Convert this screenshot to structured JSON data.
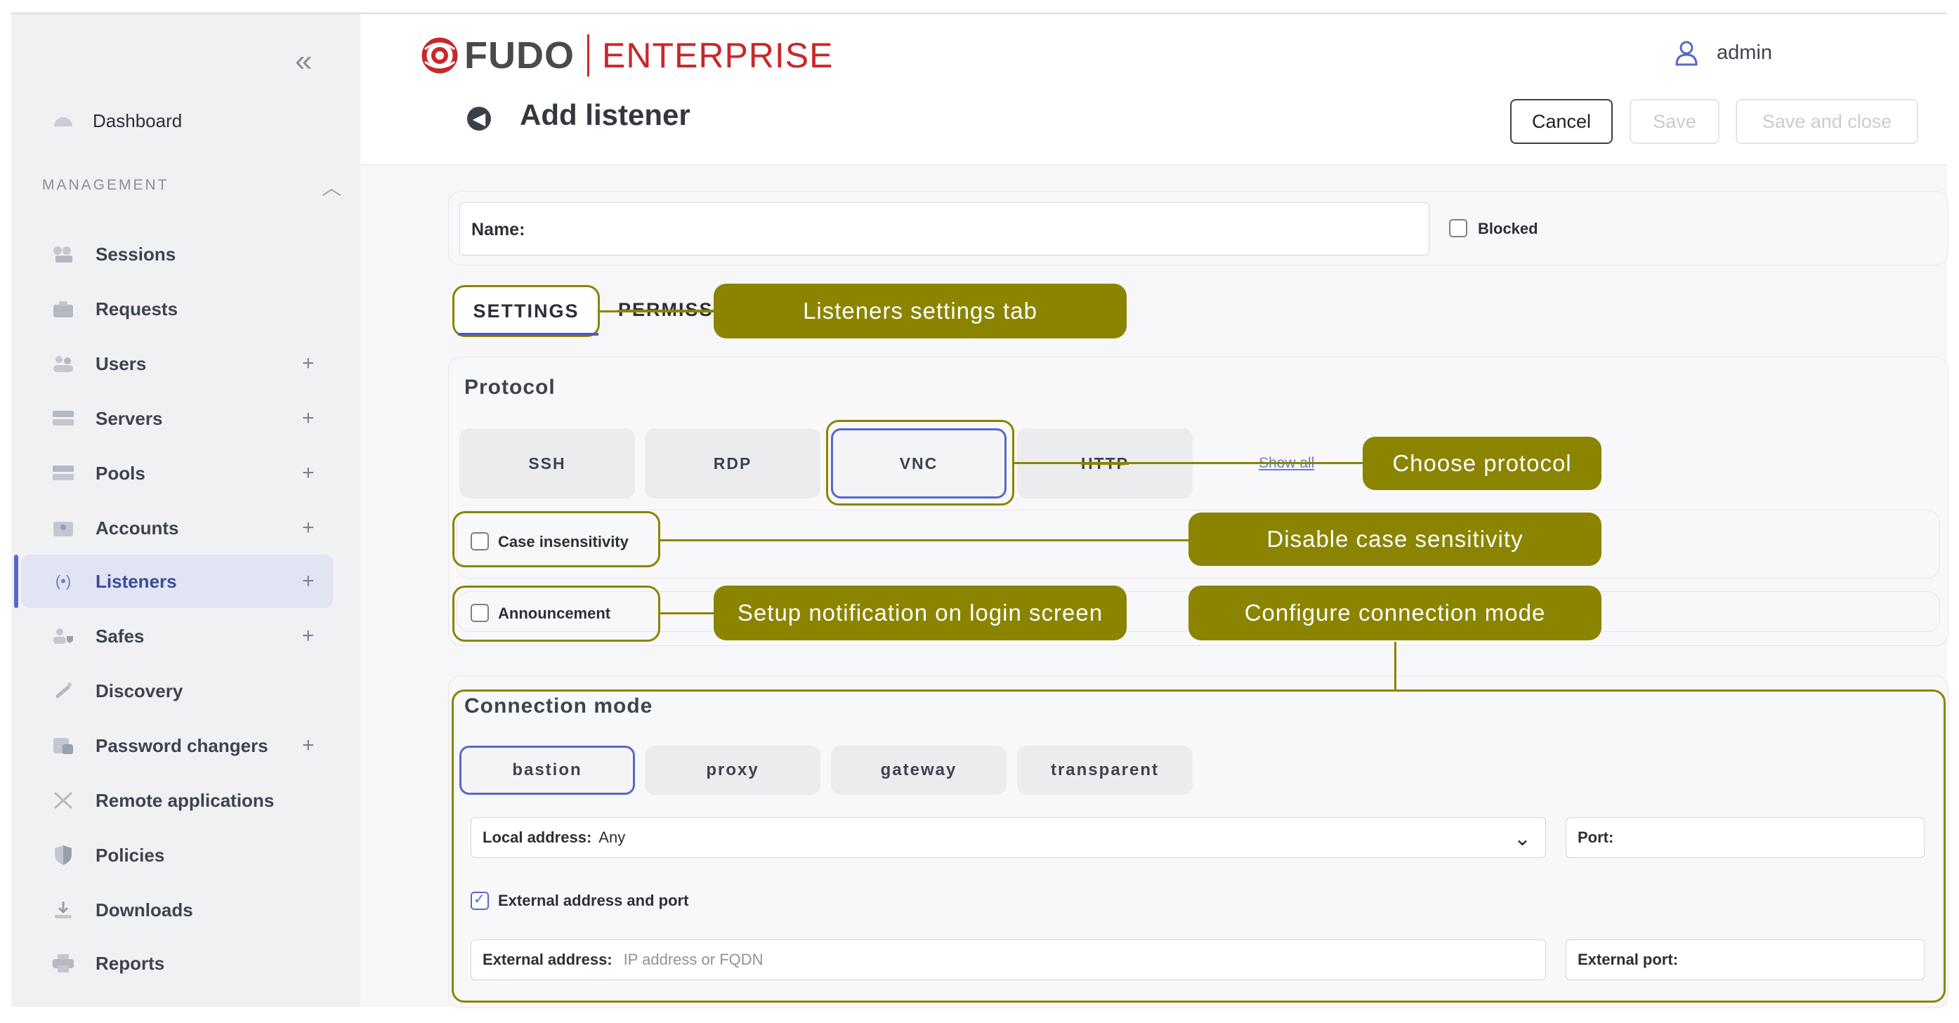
{
  "sidebar": {
    "dashboard": "Dashboard",
    "section": "MANAGEMENT",
    "items": [
      {
        "label": "Sessions",
        "plus": ""
      },
      {
        "label": "Requests",
        "plus": ""
      },
      {
        "label": "Users",
        "plus": "+"
      },
      {
        "label": "Servers",
        "plus": "+"
      },
      {
        "label": "Pools",
        "plus": "+"
      },
      {
        "label": "Accounts",
        "plus": "+"
      },
      {
        "label": "Listeners",
        "plus": "+"
      },
      {
        "label": "Safes",
        "plus": "+"
      },
      {
        "label": "Discovery",
        "plus": ""
      },
      {
        "label": "Password changers",
        "plus": "+"
      },
      {
        "label": "Remote applications",
        "plus": ""
      },
      {
        "label": "Policies",
        "plus": ""
      },
      {
        "label": "Downloads",
        "plus": ""
      },
      {
        "label": "Reports",
        "plus": ""
      }
    ],
    "collapse_glyph": "«"
  },
  "header": {
    "brand": "FUDO",
    "edition": "ENTERPRISE",
    "user": "admin",
    "title": "Add listener",
    "cancel": "Cancel",
    "save": "Save",
    "save_close": "Save and close"
  },
  "form": {
    "name_label": "Name:",
    "blocked": "Blocked",
    "tabs": {
      "settings": "SETTINGS",
      "permissions": "PERMISSIONS"
    },
    "protocol_title": "Protocol",
    "protocols": [
      "SSH",
      "RDP",
      "VNC",
      "HTTP"
    ],
    "selected_protocol": "VNC",
    "show_all": "Show all",
    "case_insensitivity": "Case insensitivity",
    "announcement": "Announcement",
    "connection_mode_title": "Connection mode",
    "modes": [
      "bastion",
      "proxy",
      "gateway",
      "transparent"
    ],
    "selected_mode": "bastion",
    "local_address_label": "Local address:",
    "local_address_value": "Any",
    "port_label": "Port:",
    "external_checkbox": "External address and port",
    "external_address_label": "External address:",
    "external_address_placeholder": "IP address or FQDN",
    "external_port_label": "External port:"
  },
  "annotations": {
    "tab": "Listeners settings tab",
    "protocol": "Choose protocol",
    "case": "Disable case sensitivity",
    "announcement": "Setup notification on login screen",
    "connection": "Configure connection mode",
    "color": "#8a8400"
  },
  "colors": {
    "accent": "#5868c8",
    "brand_red": "#c7282b",
    "annotation": "#8a8400"
  }
}
